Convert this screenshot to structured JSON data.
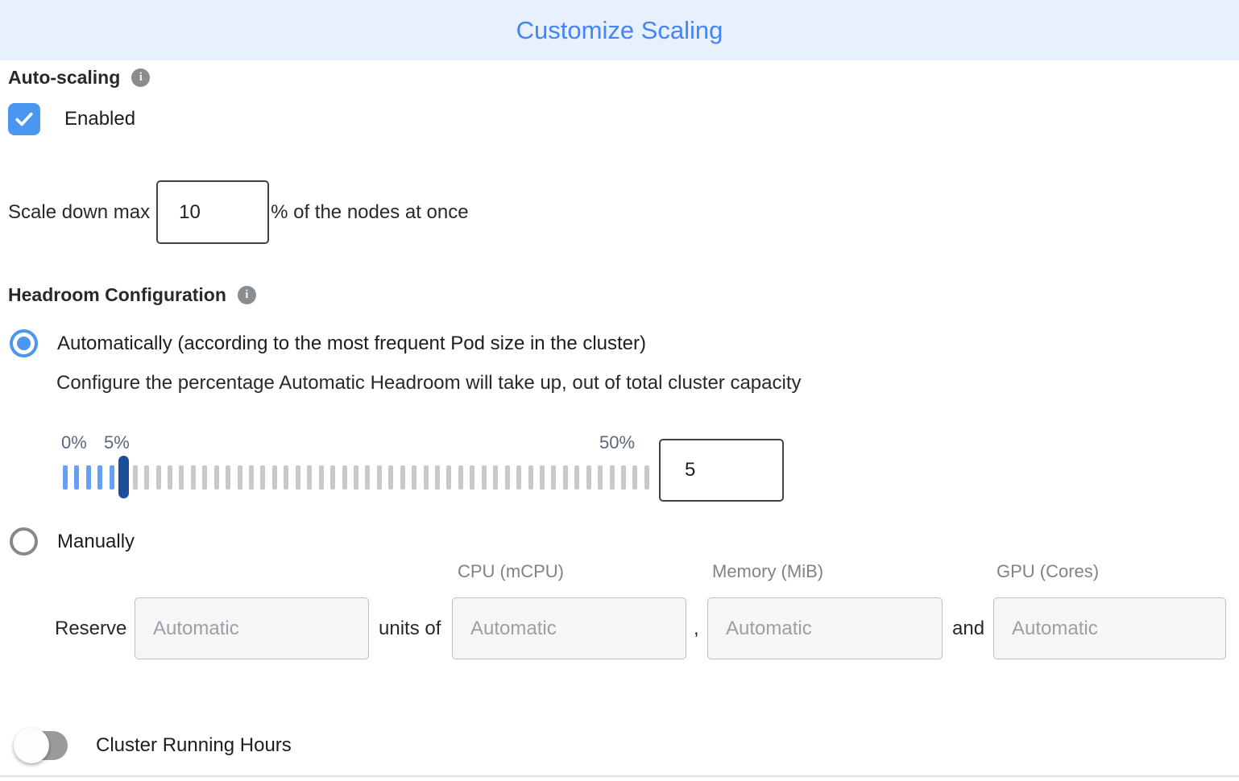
{
  "header": {
    "title": "Customize Scaling"
  },
  "auto_scaling": {
    "label": "Auto-scaling",
    "checkbox_checked": true,
    "enabled_label": "Enabled",
    "scale_down": {
      "prefix": "Scale down max",
      "value": "10",
      "suffix": "% of the nodes at once"
    }
  },
  "headroom": {
    "label": "Headroom Configuration",
    "auto_option_label": "Automatically (according to the most frequent Pod size in the cluster)",
    "auto_selected": true,
    "config_text": "Configure the percentage Automatic Headroom will take up, out of total cluster capacity",
    "slider": {
      "min_label": "0%",
      "current_label": "5%",
      "max_label": "50%",
      "min": 0,
      "max": 50,
      "value": 5,
      "ticks_total": 51,
      "active_ticks": 5,
      "handle_index": 5,
      "input_value": "5"
    },
    "manual_option_label": "Manually",
    "manual_selected": false,
    "columns": {
      "cpu": "CPU (mCPU)",
      "memory": "Memory (MiB)",
      "gpu": "GPU (Cores)"
    },
    "reserve": {
      "prefix": "Reserve",
      "units_value": "",
      "units_placeholder": "Automatic",
      "units_of": "units of",
      "cpu_placeholder": "Automatic",
      "comma": ",",
      "memory_placeholder": "Automatic",
      "and": "and",
      "gpu_placeholder": "Automatic"
    }
  },
  "cluster_running_hours": {
    "label": "Cluster Running Hours",
    "toggle_on": false
  },
  "colors": {
    "header_bg": "#e8f0fe",
    "title_blue": "#4285f4",
    "accent_blue": "#4a96f0",
    "handle_blue": "#1d4e9b",
    "tick_blue": "#64a1f4",
    "tick_gray": "#c9c9c9",
    "slider_label": "#5a6880"
  }
}
